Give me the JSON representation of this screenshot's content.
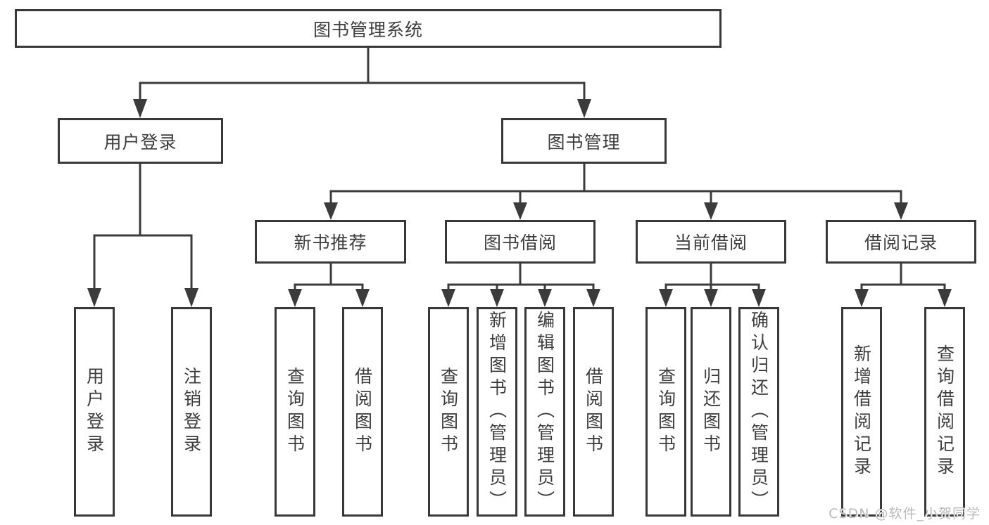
{
  "nodes": {
    "root": "图书管理系统",
    "user_login": "用户登录",
    "book_mgmt": "图书管理",
    "new_books": "新书推荐",
    "book_borrow": "图书借阅",
    "current_borrow": "当前借阅",
    "borrow_records": "借阅记录",
    "leaves": {
      "user_login": [
        "用户登录",
        "注销登录"
      ],
      "new_books": [
        "查询图书",
        "借阅图书"
      ],
      "book_borrow": [
        "查询图书",
        "新增图书（管理员）",
        "编辑图书（管理员）",
        "借阅图书"
      ],
      "current_borrow": [
        "查询图书",
        "归还图书",
        "确认归还（管理员）"
      ],
      "borrow_records": [
        "新增借阅记录",
        "查询借阅记录"
      ]
    }
  },
  "watermark": "CSDN @软件_小贺同学",
  "colors": {
    "line": "#3b3b3b",
    "border": "#383838",
    "text": "#3d3d3d",
    "watermark_text": "#b9b9b9",
    "background": "#ffffff"
  }
}
